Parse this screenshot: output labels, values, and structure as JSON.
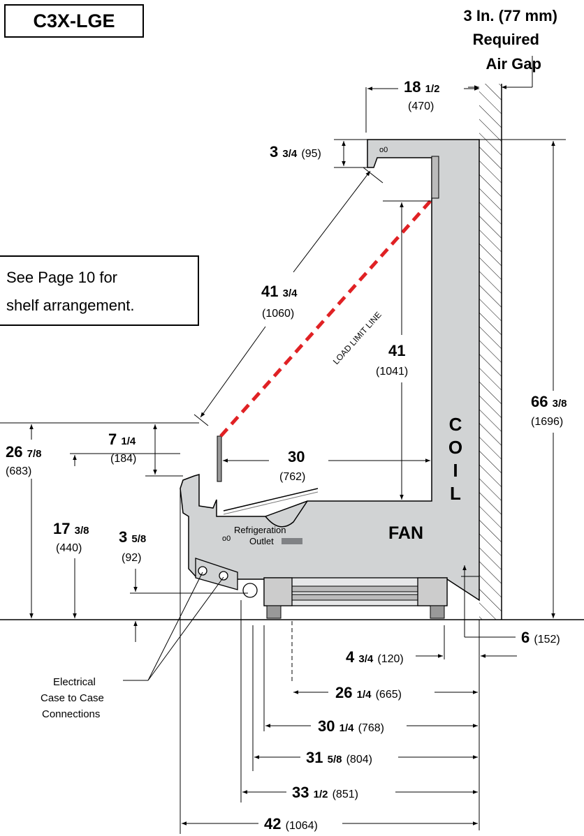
{
  "model": "C3X-LGE",
  "shelf_note": {
    "line1": "See Page 10 for",
    "line2": "shelf arrangement."
  },
  "air_gap": {
    "line1": "3 In. (77 mm)",
    "line2": "Required",
    "line3": "Air Gap"
  },
  "load_limit_label": "LOAD LIMIT LINE",
  "coil_letters": [
    "C",
    "O",
    "I",
    "L"
  ],
  "fan_label": "FAN",
  "refrigeration_outlet": {
    "line1": "Refrigeration",
    "line2": "Outlet"
  },
  "electrical_note": {
    "line1": "Electrical",
    "line2": "Case to Case",
    "line3": "Connections"
  },
  "dimensions": {
    "top_depth": {
      "whole": "18",
      "frac": "1/2",
      "mm": "(470)"
    },
    "canopy_height": {
      "whole": "3",
      "frac": "3/4",
      "mm": "(95)"
    },
    "diagonal": {
      "whole": "41",
      "frac": "3/4",
      "mm": "(1060)"
    },
    "interior_height": {
      "whole": "41",
      "frac": "",
      "mm": "(1041)"
    },
    "overall_height": {
      "whole": "66",
      "frac": "3/8",
      "mm": "(1696)"
    },
    "front_height": {
      "whole": "26",
      "frac": "7/8",
      "mm": "(683)"
    },
    "front_lip": {
      "whole": "7",
      "frac": "1/4",
      "mm": "(184)"
    },
    "interior_depth": {
      "whole": "30",
      "frac": "",
      "mm": "(762)"
    },
    "bumper_height": {
      "whole": "17",
      "frac": "3/8",
      "mm": "(440)"
    },
    "base_height": {
      "whole": "3",
      "frac": "5/8",
      "mm": "(92)"
    },
    "leg_height": {
      "whole": "6",
      "frac": "",
      "mm": "(152)"
    },
    "rear_leg": {
      "whole": "4",
      "frac": "3/4",
      "mm": "(120)"
    },
    "outlet_depth": {
      "whole": "26",
      "frac": "1/4",
      "mm": "(665)"
    },
    "leg_depth": {
      "whole": "30",
      "frac": "1/4",
      "mm": "(768)"
    },
    "base_depth": {
      "whole": "31",
      "frac": "5/8",
      "mm": "(804)"
    },
    "raceway_depth": {
      "whole": "33",
      "frac": "1/2",
      "mm": "(851)"
    },
    "overall_depth": {
      "whole": "42",
      "frac": "",
      "mm": "(1064)"
    }
  }
}
